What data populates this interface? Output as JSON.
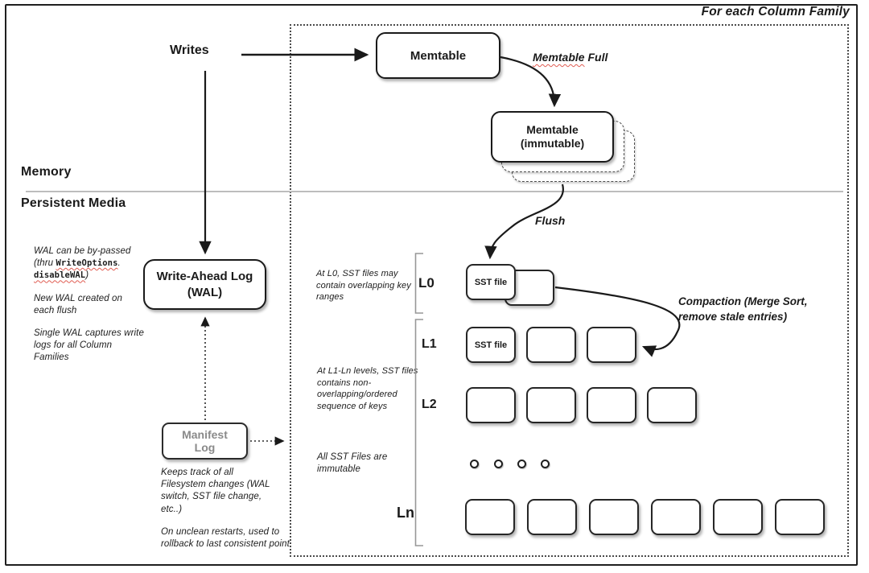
{
  "header": {
    "region_title": "For each Column Family"
  },
  "memory_section": {
    "memory_label": "Memory",
    "persistent_label": "Persistent Media"
  },
  "flow": {
    "writes_label": "Writes",
    "memtable_label": "Memtable",
    "memtable_full_word": "Memtable",
    "memtable_full_rest": " Full",
    "immutable_line1": "Memtable",
    "immutable_line2": "(immutable)",
    "flush_label": "Flush",
    "compaction_label": "Compaction (Merge Sort, remove stale entries)"
  },
  "wal": {
    "box_line1": "Write-Ahead Log",
    "box_line2": "(WAL)",
    "note1_line1": "WAL can be by-passed",
    "note1_thru": "(thru ",
    "note1_code1": "WriteOptions",
    "note1_dot": ".",
    "note1_code2": "disableWAL",
    "note1_close": ")",
    "note2": "New WAL created on each flush",
    "note3": "Single WAL captures write logs for all Column Families"
  },
  "manifest": {
    "box_line1": "Manifest",
    "box_line2": "Log",
    "note1": "Keeps track of all Filesystem changes (WAL switch, SST file change, etc..)",
    "note2": "On unclean restarts, used to rollback to last consistent point"
  },
  "levels": {
    "l0": {
      "label": "L0",
      "note": "At L0, SST files may contain overlapping key ranges"
    },
    "l1": {
      "label": "L1",
      "note": "At L1-Ln levels, SST files contains non-overlapping/ordered sequence of keys"
    },
    "l2": {
      "label": "L2"
    },
    "ln": {
      "label": "Ln"
    },
    "sst_file_label": "SST file",
    "immutable_note": "All SST Files are immutable"
  },
  "colors": {
    "stroke": "#1a1a1a",
    "squiggle": "#e05c52",
    "manifest_text": "#8a8a8a",
    "divider": "#bdbdbd"
  }
}
